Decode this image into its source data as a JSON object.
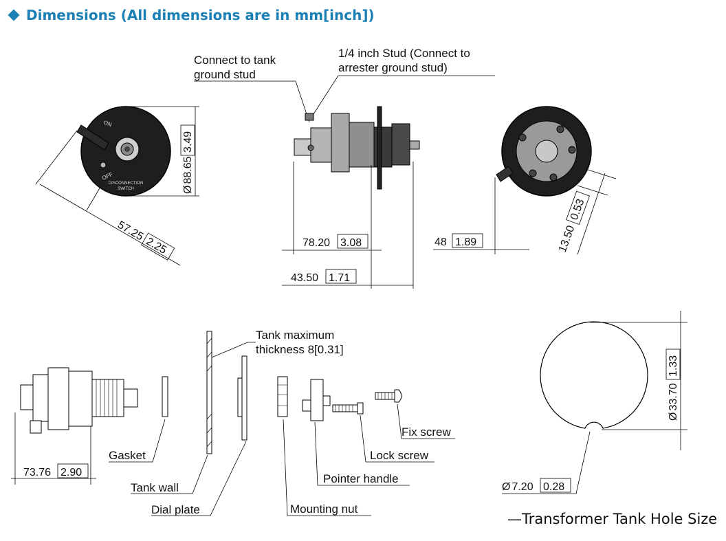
{
  "header": {
    "title": "Dimensions (All dimensions are in mm[inch])",
    "accent_color": "#1a7fb4"
  },
  "front_view": {
    "label_on": "ON",
    "label_off": "OFF",
    "plate_line1": "DISCONNECTION",
    "plate_line2": "SWITCH",
    "dia_prefix": "Ø",
    "dia_mm": "88.65",
    "dia_in": "3.49",
    "width_mm": "57.25",
    "width_in": "2.25"
  },
  "side_view": {
    "callout_ground_line1": "Connect to tank",
    "callout_ground_line2": "ground stud",
    "callout_stud_line1": "1/4 inch Stud (Connect to",
    "callout_stud_line2": "arrester ground stud)",
    "len1_mm": "78.20",
    "len1_in": "3.08",
    "len2_mm": "43.50",
    "len2_in": "1.71"
  },
  "rear_view": {
    "w_mm": "48",
    "w_in": "1.89",
    "d_mm": "13.50",
    "d_in": "0.53"
  },
  "exploded_view": {
    "tank_max_line1": "Tank maximum",
    "tank_max_line2": "thickness 8[0.31]",
    "gasket": "Gasket",
    "tank_wall": "Tank wall",
    "dial_plate": "Dial plate",
    "mounting_nut": "Mounting nut",
    "pointer_handle": "Pointer handle",
    "lock_screw": "Lock screw",
    "fix_screw": "Fix screw",
    "len_mm": "73.76",
    "len_in": "2.90"
  },
  "hole_view": {
    "dia_prefix": "Ø",
    "hole_mm": "33.70",
    "hole_in": "1.33",
    "notch_prefix": "Ø",
    "notch_mm": "7.20",
    "notch_in": "0.28",
    "caption": "—Transformer Tank Hole Size"
  }
}
